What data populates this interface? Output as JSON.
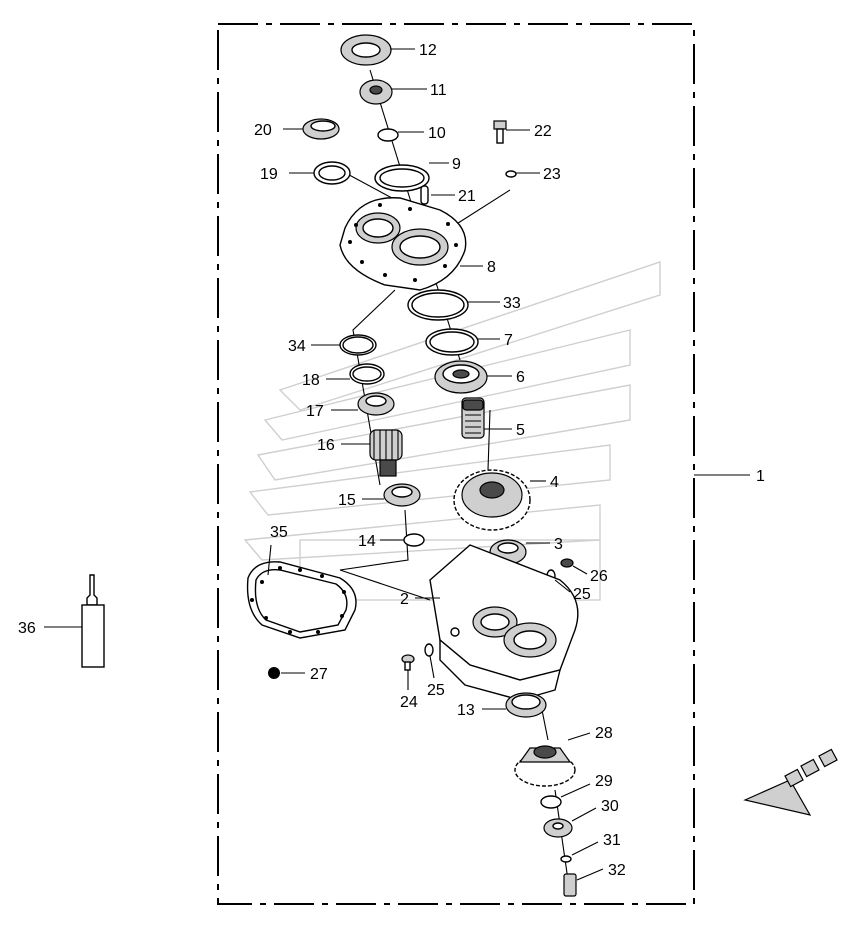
{
  "callouts": [
    {
      "id": "c1",
      "label": "1"
    },
    {
      "id": "c2",
      "label": "2"
    },
    {
      "id": "c3",
      "label": "3"
    },
    {
      "id": "c4",
      "label": "4"
    },
    {
      "id": "c5",
      "label": "5"
    },
    {
      "id": "c6",
      "label": "6"
    },
    {
      "id": "c7",
      "label": "7"
    },
    {
      "id": "c8",
      "label": "8"
    },
    {
      "id": "c9",
      "label": "9"
    },
    {
      "id": "c10",
      "label": "10"
    },
    {
      "id": "c11",
      "label": "11"
    },
    {
      "id": "c12",
      "label": "12"
    },
    {
      "id": "c13",
      "label": "13"
    },
    {
      "id": "c14",
      "label": "14"
    },
    {
      "id": "c15",
      "label": "15"
    },
    {
      "id": "c16",
      "label": "16"
    },
    {
      "id": "c17",
      "label": "17"
    },
    {
      "id": "c18",
      "label": "18"
    },
    {
      "id": "c19",
      "label": "19"
    },
    {
      "id": "c20",
      "label": "20"
    },
    {
      "id": "c21",
      "label": "21"
    },
    {
      "id": "c22",
      "label": "22"
    },
    {
      "id": "c23",
      "label": "23"
    },
    {
      "id": "c24",
      "label": "24"
    },
    {
      "id": "c25a",
      "label": "25"
    },
    {
      "id": "c25b",
      "label": "25"
    },
    {
      "id": "c26",
      "label": "26"
    },
    {
      "id": "c27",
      "label": "27"
    },
    {
      "id": "c28",
      "label": "28"
    },
    {
      "id": "c29",
      "label": "29"
    },
    {
      "id": "c30",
      "label": "30"
    },
    {
      "id": "c31",
      "label": "31"
    },
    {
      "id": "c32",
      "label": "32"
    },
    {
      "id": "c33",
      "label": "33"
    },
    {
      "id": "c34",
      "label": "34"
    },
    {
      "id": "c35",
      "label": "35"
    },
    {
      "id": "c36",
      "label": "36"
    }
  ],
  "colors": {
    "line": "#000000",
    "ghost_brand": "#cfcfcf",
    "dot": "#000000",
    "shade": "#cfcfcf"
  },
  "icons": {
    "direction_arrow": "front-direction-arrow-icon"
  }
}
